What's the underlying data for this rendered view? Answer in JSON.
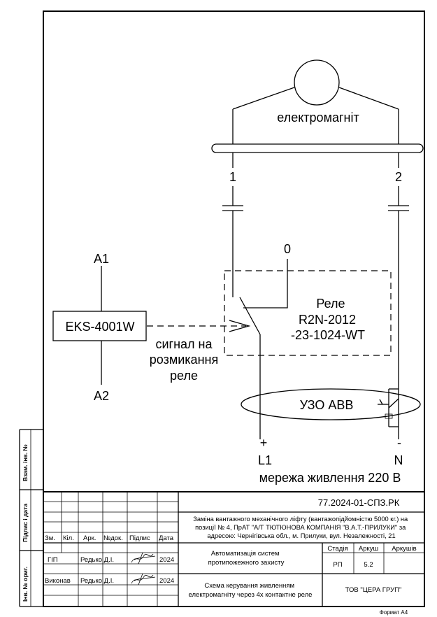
{
  "diagram": {
    "electromagnet_label": "електромагніт",
    "terminal_1": "1",
    "terminal_2": "2",
    "relay_zero": "0",
    "relay_line1": "Реле",
    "relay_line2": "R2N-2012",
    "relay_line3": "-23-1024-WT",
    "controller_label": "EKS-4001W",
    "a1_label": "A1",
    "a2_label": "A2",
    "signal_line1": "сигнал на",
    "signal_line2": "розмикання",
    "signal_line3": "реле",
    "rcd_label": "УЗО ABB",
    "plus_sign": "+",
    "minus_sign": "-",
    "l1_label": "L1",
    "n_label": "N",
    "mains_label": "мережа живлення 220 В"
  },
  "side_stamps": {
    "inv_zam": "Взам. інв. №",
    "signature_date": "Підпис і дата",
    "inv_orig": "Інв. № ориг."
  },
  "title_block": {
    "doc_code": "77.2024-01-СПЗ.РК",
    "project_desc": "Заміна вантажного механічного ліфту (вантажопідйомністю 5000 кг.) на позиції № 4, ПрАТ \"А/Т ТЮТЮНОВА КОМПАНІЯ \"В.А.Т.-ПРИЛУКИ\" за адресою: Чернігівська обл., м. Прилуки, вул. Незалежності, 21",
    "headers": [
      "Зм.",
      "Кіл.",
      "Арк.",
      "№док.",
      "Підпис",
      "Дата"
    ],
    "row_gip": {
      "role": "ГІП",
      "name": "Редько Д.І.",
      "date": "2024"
    },
    "row_exec": {
      "role": "Виконав",
      "name": "Редько Д.І.",
      "date": "2024"
    },
    "section_title": "Автоматизація систем протипожежного захисту",
    "stage_header": "Стадія",
    "sheet_header": "Аркуш",
    "sheets_header": "Аркушів",
    "stage_value": "РП",
    "sheet_value": "5.2",
    "sheets_value": "",
    "drawing_title": "Схема керування живленням електромагніту через 4х контактне реле",
    "company": "ТОВ \"ЦЕРА ГРУП\"",
    "format": "Формат А4"
  }
}
